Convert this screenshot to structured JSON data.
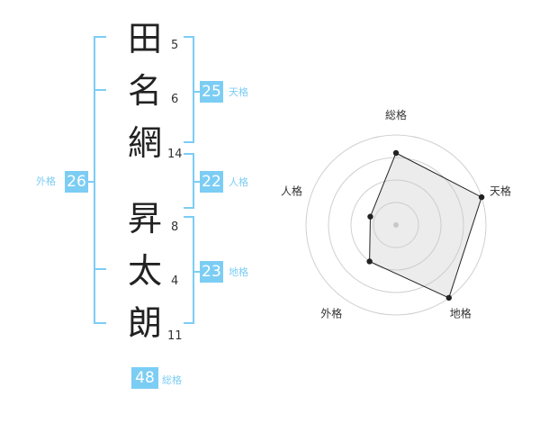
{
  "name": {
    "characters": [
      {
        "char": "田",
        "strokes": "5"
      },
      {
        "char": "名",
        "strokes": "6"
      },
      {
        "char": "網",
        "strokes": "14"
      },
      {
        "char": "昇",
        "strokes": "8"
      },
      {
        "char": "太",
        "strokes": "4"
      },
      {
        "char": "朗",
        "strokes": "11"
      }
    ]
  },
  "fortunes": {
    "tenkaku": {
      "value": "25",
      "label": "天格"
    },
    "jinkaku": {
      "value": "22",
      "label": "人格"
    },
    "chikaku": {
      "value": "23",
      "label": "地格"
    },
    "gaikaku": {
      "value": "26",
      "label": "外格"
    },
    "soukaku": {
      "value": "48",
      "label": "総格"
    }
  },
  "colors": {
    "accent": "#7ccdf4"
  },
  "chart_data": {
    "type": "radar",
    "axes": [
      "総格",
      "天格",
      "地格",
      "外格",
      "人格"
    ],
    "values": [
      4,
      5,
      5,
      2.5,
      1.5
    ],
    "max": 5,
    "rings": 4,
    "grid": true
  }
}
